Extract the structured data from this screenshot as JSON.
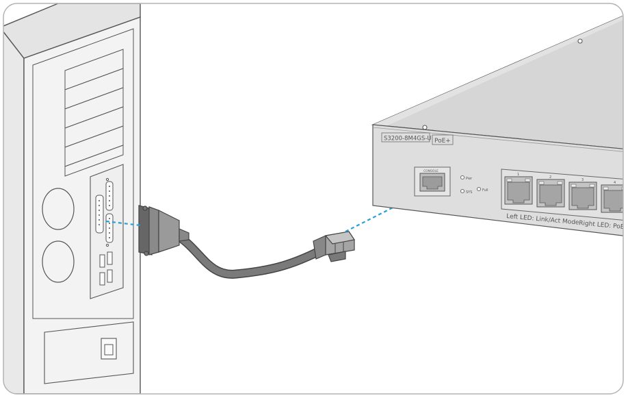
{
  "switch": {
    "model_label": "S3200-8M4GS-U",
    "poe_badge": "PoE+",
    "console_label": "CONSOLE",
    "led_labels": {
      "pwr": "Pwr",
      "sys": "SYS",
      "full": "Full"
    },
    "port_numbers": [
      "1",
      "2",
      "3",
      "4"
    ],
    "left_led_caption": "Left LED: Link/Act Mode",
    "right_led_caption": "Right LED: PoE M"
  },
  "colors": {
    "panel_outline": "#b3b3b3",
    "pc_fill": "#f2f2f2",
    "switch_top": "#d4d4d4",
    "switch_front": "#dcdcdc",
    "cable": "#7a7a7a",
    "connection_line": "#2a9fd6"
  }
}
